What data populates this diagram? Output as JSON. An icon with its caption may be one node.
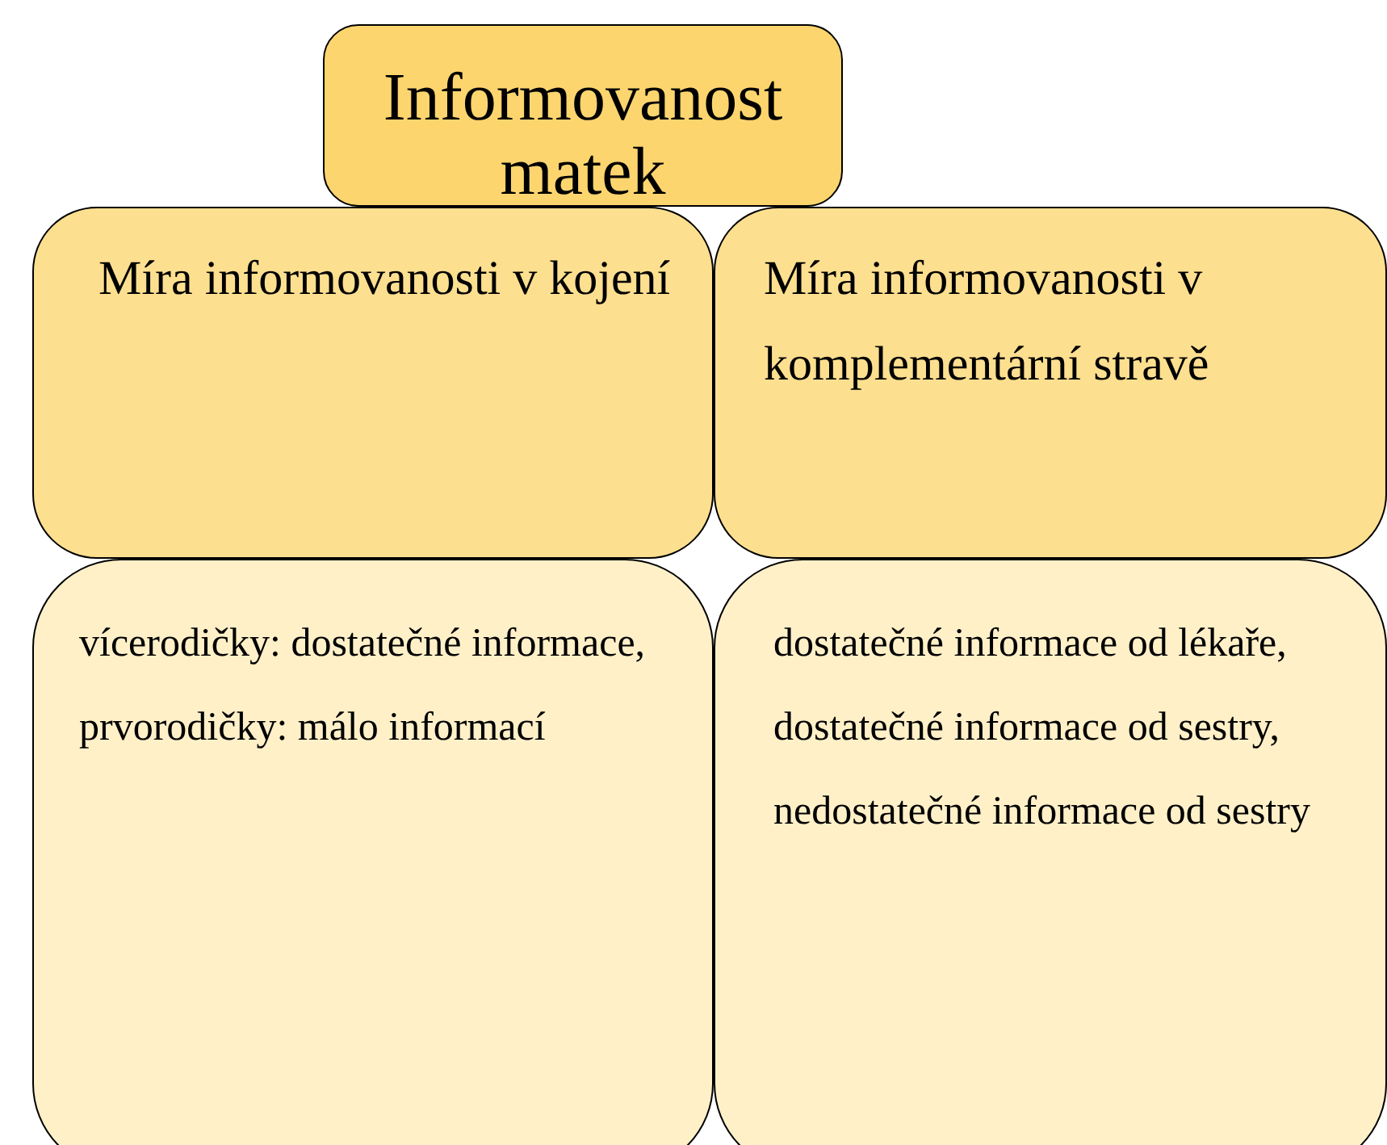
{
  "diagram": {
    "nodes": [
      {
        "text": [
          "Informovanost matek"
        ]
      },
      {
        "text": [
          "Míra informovanosti v kojení"
        ]
      },
      {
        "text": [
          "Míra informovanosti v komplementární stravě"
        ]
      },
      {
        "text": [
          "vícerodičky: dostatečné informace,",
          "prvorodičky: málo informací"
        ]
      },
      {
        "text": [
          "dostatečné informace od lékaře,",
          "dostatečné informace od sestry,",
          "nedostatečné informace od sestry"
        ]
      }
    ]
  }
}
